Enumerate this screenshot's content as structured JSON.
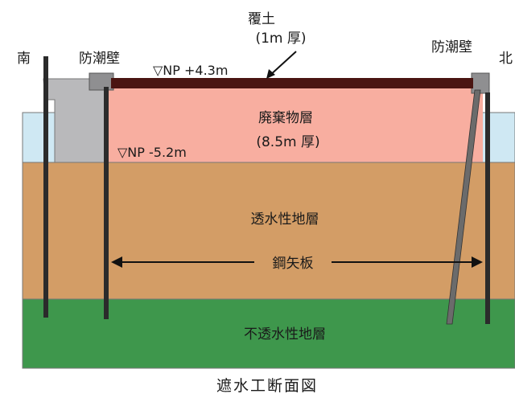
{
  "labels": {
    "cover_soil_title": "覆土",
    "cover_soil_thickness": "(1m 厚)",
    "south": "南",
    "north": "北",
    "seawall_left": "防潮壁",
    "seawall_right": "防潮壁",
    "np_top": "▽NP +4.3m",
    "waste_layer": "廃棄物層",
    "waste_thickness": "(8.5m 厚)",
    "np_bottom": "▽NP -5.2m",
    "permeable_layer": "透水性地層",
    "sheet_pile": "鋼矢板",
    "impermeable_layer": "不透水性地層",
    "caption": "遮水工断面図"
  },
  "colors": {
    "water": "#cfe8f3",
    "waste": "#f8aea0",
    "permeable": "#d39d66",
    "impermeable": "#3e974c",
    "cover": "#4a1512",
    "seawall": "#b9b9bb",
    "pile": "#2b2b2b"
  }
}
